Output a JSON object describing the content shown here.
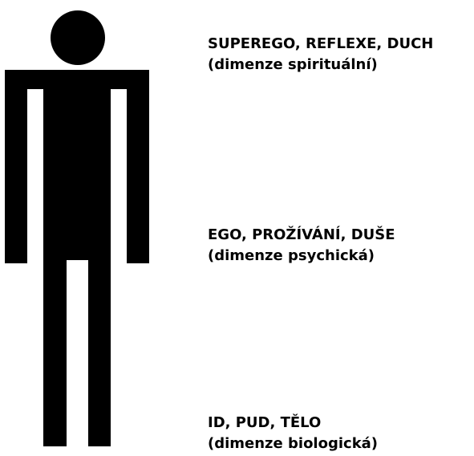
{
  "colors": {
    "figure": "#000000",
    "background": "#ffffff",
    "text": "#000000"
  },
  "labels": [
    {
      "title": "SUPEREGO, REFLEXE, DUCH",
      "subtitle": "(dimenze spirituální)"
    },
    {
      "title": "EGO, PROŽÍVÁNÍ, DUŠE",
      "subtitle": "(dimenze psychická)"
    },
    {
      "title": "ID, PUD, TĚLO",
      "subtitle": "(dimenze biologická)"
    }
  ]
}
